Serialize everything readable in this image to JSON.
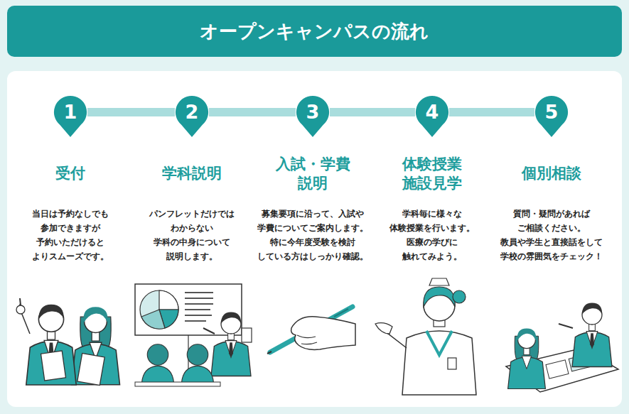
{
  "diagram": {
    "title": "オープンキャンパスの流れ",
    "nodes": [
      {
        "text": [
          "1"
        ]
      },
      {
        "text": [
          "2"
        ]
      },
      {
        "text": [
          "3"
        ]
      },
      {
        "text": [
          "4"
        ]
      },
      {
        "text": [
          "5"
        ]
      }
    ],
    "edges": [
      {
        "from": 0,
        "to": 1,
        "arrow": "none"
      },
      {
        "from": 1,
        "to": 2,
        "arrow": "none"
      },
      {
        "from": 2,
        "to": 3,
        "arrow": "none"
      },
      {
        "from": 3,
        "to": 4,
        "arrow": "none"
      }
    ],
    "labels": [
      "受付",
      "当日は予約なしでも 参加できますが 予約いただけると よりスムーズです。",
      "学科説明",
      "パンフレットだけでは わからない 学科の中身について 説明します。",
      "入試・学費 説明",
      "募集要項に沿って、入試や 学費についてご案内します。 特に今年度受験を検討 している方はしっかり確認。",
      "体験授業 施設見学",
      "学科毎に様々な 体験授業を行います。 医療の学びに 触れてみよう。",
      "個別相談",
      "質問・疑問があれば ご相談ください。 教員や学生と直接話をして 学校の雰囲気をチェック！"
    ]
  }
}
